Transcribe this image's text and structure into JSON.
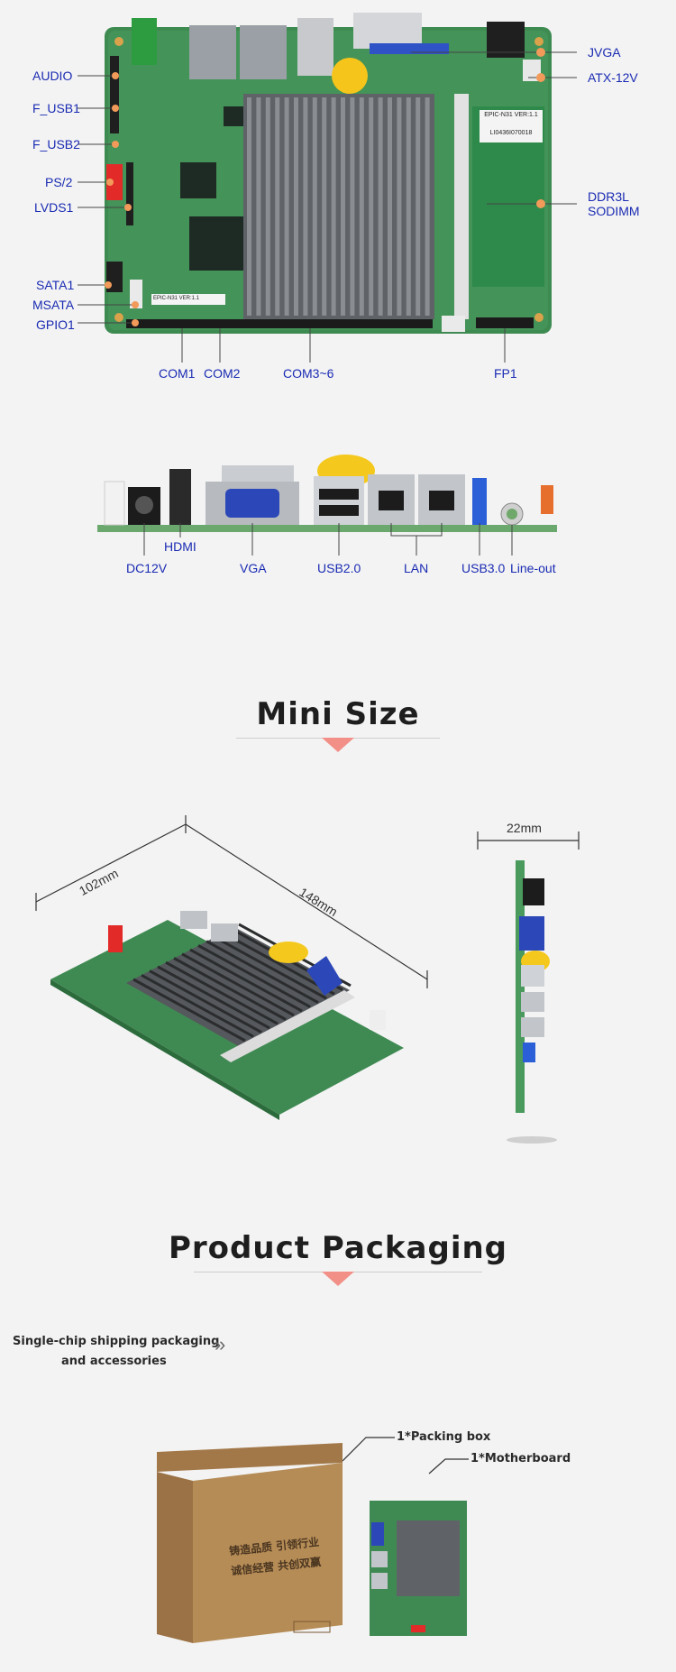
{
  "board_top": {
    "left_labels": [
      "AUDIO",
      "F_USB1",
      "F_USB2",
      "PS/2",
      "LVDS1",
      "SATA1",
      "MSATA",
      "GPIO1"
    ],
    "right_labels": [
      "JVGA",
      "ATX-12V",
      "DDR3L",
      "SODIMM"
    ],
    "bottom_labels": [
      "COM1",
      "COM2",
      "COM3~6",
      "FP1"
    ],
    "board_text": {
      "model": "EPIC-N31 VER:1.1",
      "serial": "LI0436I070018",
      "small_model": "EPIC-N31 VER:1.1"
    }
  },
  "board_side": {
    "labels": [
      "DC12V",
      "HDMI",
      "VGA",
      "USB2.0",
      "LAN",
      "USB3.0",
      "Line-out"
    ]
  },
  "mini_size": {
    "title": "Mini Size",
    "dim_width": "102mm",
    "dim_length": "148mm",
    "dim_height": "22mm"
  },
  "packaging": {
    "title": "Product Packaging",
    "caption_line1": "Single-chip shipping packaging",
    "caption_line2": "and accessories",
    "item_box": "1*Packing box",
    "item_board": "1*Motherboard",
    "box_text1": "铸造品质  引领行业",
    "box_text2": "诚信经营  共创双赢"
  },
  "colors": {
    "label_blue": "#1a2bb3",
    "accent_triangle": "#f29088",
    "pcb_green": "#3d8a4e",
    "heatsink": "#6c6f73",
    "cardboard": "#b48a55"
  }
}
